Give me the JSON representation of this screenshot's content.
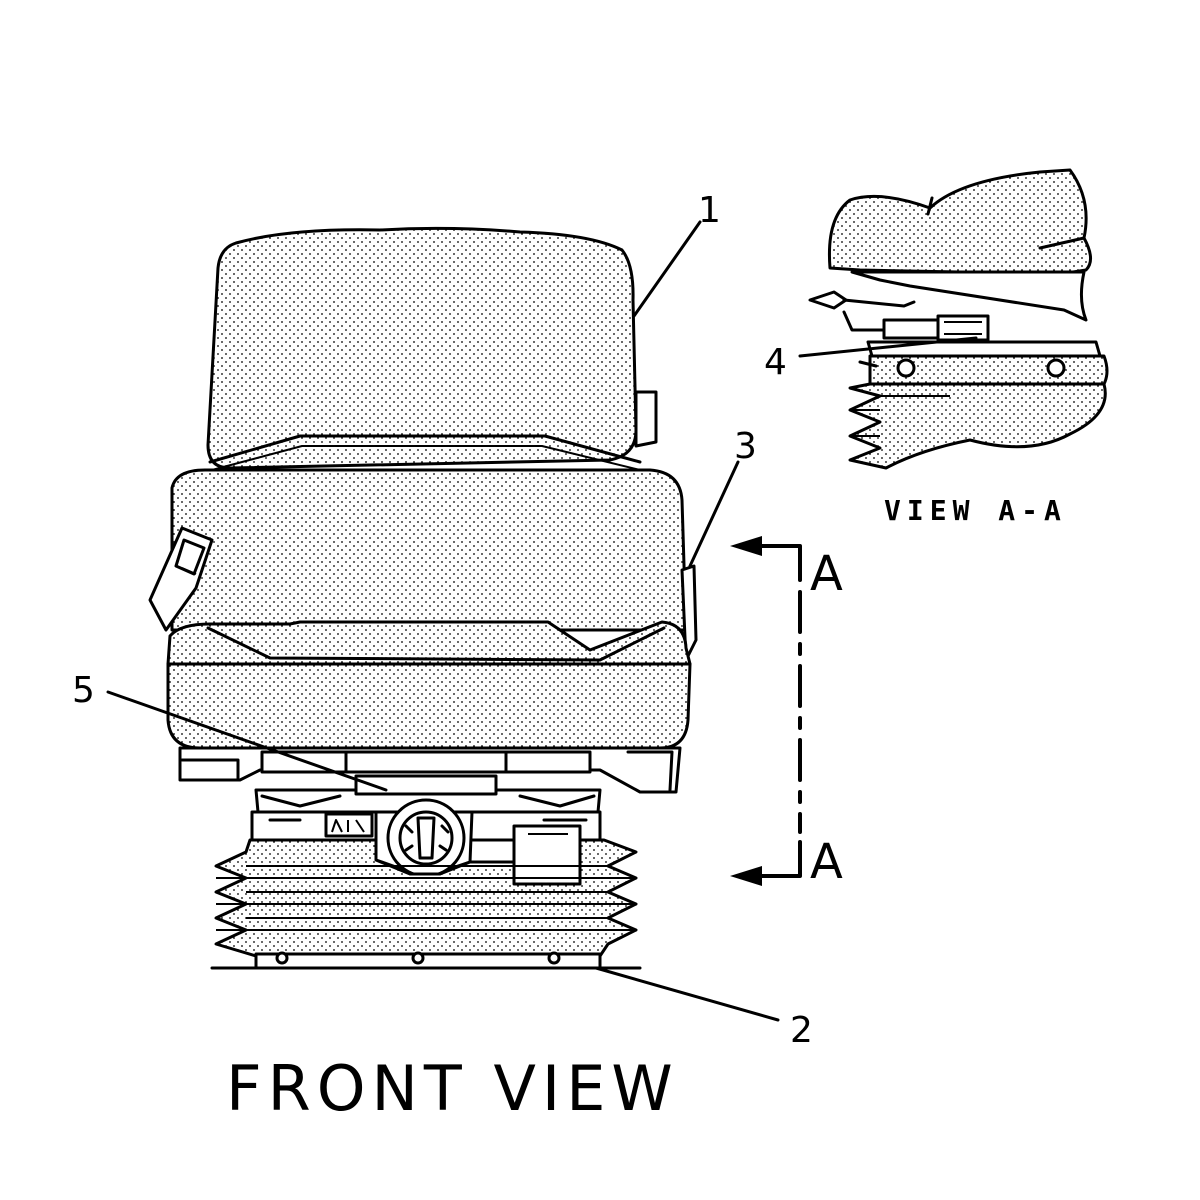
{
  "callouts": {
    "c1": "1",
    "c2": "2",
    "c3": "3",
    "c4": "4",
    "c5": "5"
  },
  "section_marks": {
    "top": "A",
    "bottom": "A"
  },
  "view_aa_label": "VIEW A-A",
  "front_view_label": "FRONT VIEW",
  "colors": {
    "line": "#000000",
    "background": "#ffffff"
  }
}
